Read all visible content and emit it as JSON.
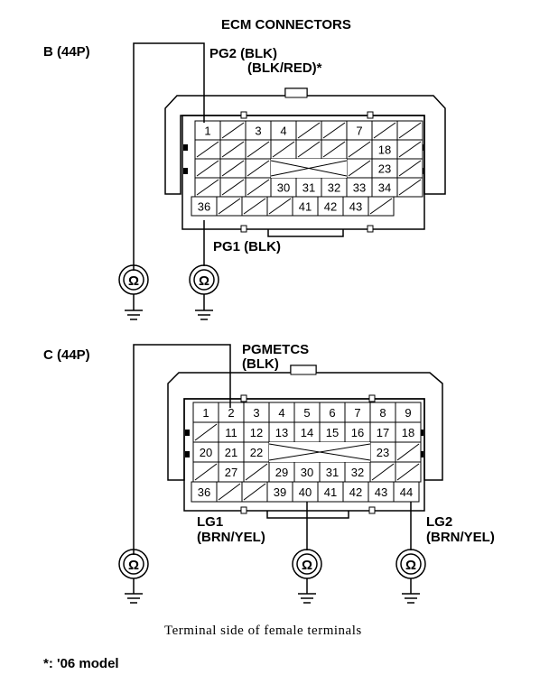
{
  "title": "ECM CONNECTORS",
  "connector_b": {
    "label": "B (44P)",
    "pg2_line1": "PG2 (BLK)",
    "pg2_line2": "(BLK/RED)*",
    "pg1": "PG1 (BLK)",
    "ohm_symbol": "Ω",
    "rows": [
      [
        "1",
        "",
        "3",
        "4",
        "",
        "",
        "7",
        "",
        ""
      ],
      [
        "",
        "",
        "",
        "",
        "",
        "",
        "",
        "18",
        ""
      ],
      [
        "",
        "",
        "",
        "",
        "",
        "",
        "",
        "23",
        ""
      ],
      [
        "",
        "",
        "",
        "30",
        "31",
        "32",
        "33",
        "34",
        ""
      ],
      [
        "36",
        "",
        "",
        "",
        "41",
        "42",
        "43",
        ""
      ]
    ]
  },
  "connector_c": {
    "label": "C (44P)",
    "pgm_line1": "PGMETCS",
    "pgm_line2": "(BLK)",
    "lg1_line1": "LG1",
    "lg1_line2": "(BRN/YEL)",
    "lg2_line1": "LG2",
    "lg2_line2": "(BRN/YEL)",
    "ohm_symbol": "Ω",
    "rows": [
      [
        "1",
        "2",
        "3",
        "4",
        "5",
        "6",
        "7",
        "8",
        "9"
      ],
      [
        "",
        "11",
        "12",
        "13",
        "14",
        "15",
        "16",
        "17",
        "18"
      ],
      [
        "20",
        "21",
        "22",
        "",
        "",
        "",
        "",
        "23",
        ""
      ],
      [
        "",
        "27",
        "",
        "29",
        "30",
        "31",
        "32",
        "",
        ""
      ],
      [
        "36",
        "",
        "",
        "39",
        "40",
        "41",
        "42",
        "43",
        "44"
      ]
    ]
  },
  "caption": "Terminal side of female terminals",
  "footnote": "*: '06 model"
}
